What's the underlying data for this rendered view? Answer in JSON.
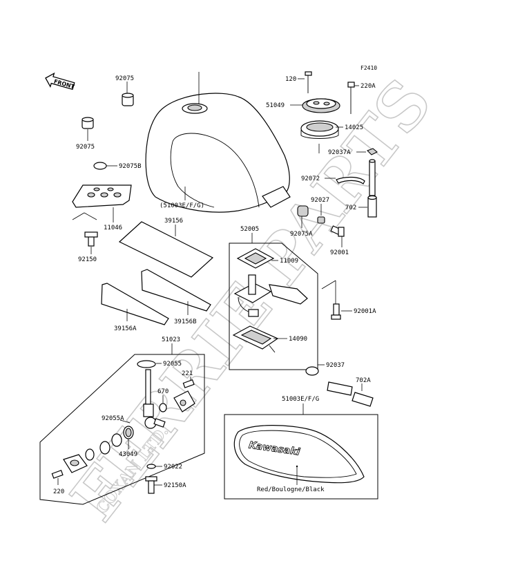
{
  "figure_code": "F2410",
  "front_label": "FRONT",
  "watermark": {
    "main": "FERRIE PARTS",
    "sub": "COXAN LTD."
  },
  "parts": {
    "p92075_top": "92075",
    "p92075_left": "92075",
    "p92075b": "92075B",
    "p11046": "11046",
    "p92150": "92150",
    "p39156": "39156",
    "p39156a": "39156A",
    "p39156b": "39156B",
    "p51003_tank": "(51003E/F/G)",
    "p120": "120",
    "p220a": "220A",
    "p51049": "51049",
    "p14025": "14025",
    "p92037a": "92037A",
    "p92072": "92072",
    "p92027": "92027",
    "p702": "702",
    "p92075a": "92075A",
    "p92001": "92001",
    "p52005": "52005",
    "p11009": "11009",
    "p92001a": "92001A",
    "p14090": "14090",
    "p92037": "92037",
    "p702a": "702A",
    "p51023": "51023",
    "p92055": "92055",
    "p221": "221",
    "p670": "670",
    "p92055a": "92055A",
    "p43049": "43049",
    "p92022": "92022",
    "p92150a": "92150A",
    "p220": "220",
    "p51003_decal": "51003E/F/G"
  },
  "decal": {
    "brand": "Kawasaki",
    "color_note": "Red/Boulogne/Black"
  }
}
